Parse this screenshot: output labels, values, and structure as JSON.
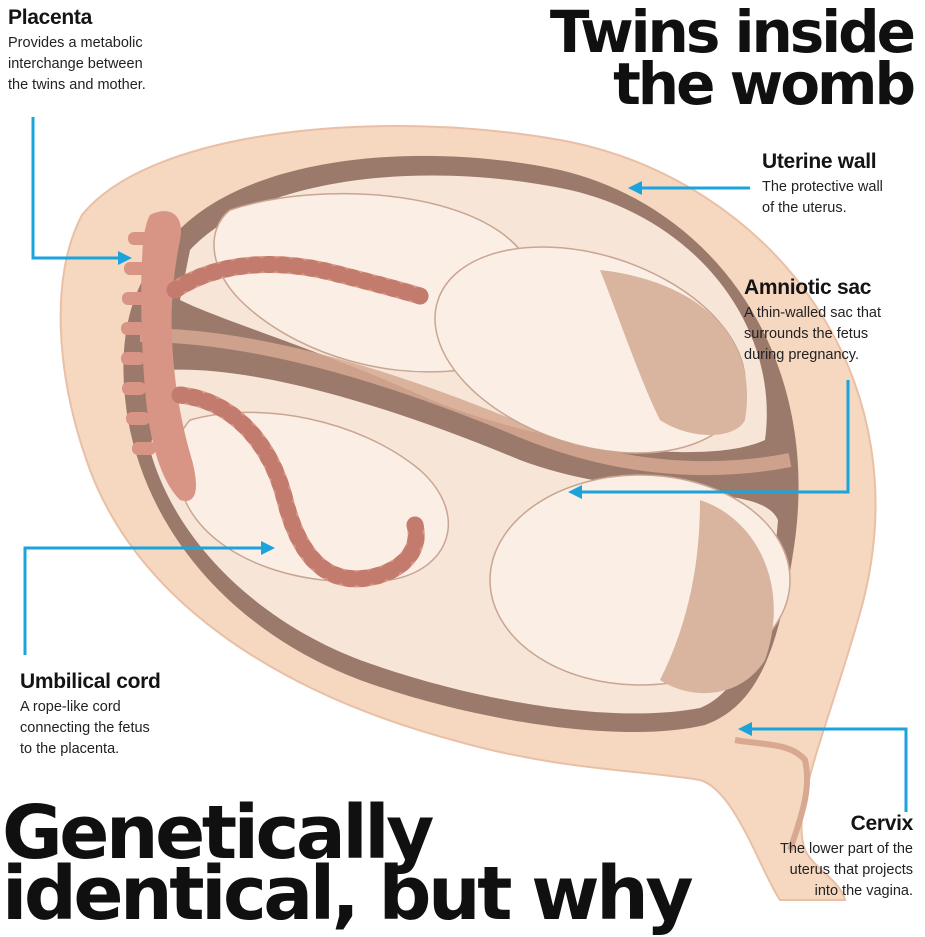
{
  "title": "Twins inside\nthe womb",
  "headline": "Genetically\nidentical, but why",
  "colors": {
    "uterus_outer": "#f6d7c0",
    "uterus_inner": "#f3c9ad",
    "cavity": "#9c7a6b",
    "amniotic_fluid": "#f7e6d8",
    "placenta": "#d89585",
    "fetus_skin": "#fbeee4",
    "fetus_head": "#d9b59f",
    "outline": "#b88f7e",
    "pointer": "#1ba3dc"
  },
  "labels": {
    "placenta": {
      "title": "Placenta",
      "description": "Provides a metabolic\ninterchange between\nthe twins and mother."
    },
    "uterine_wall": {
      "title": "Uterine wall",
      "description": "The protective wall\nof the uterus."
    },
    "amniotic_sac": {
      "title": "Amniotic sac",
      "description": "A thin-walled sac that\nsurrounds the fetus\nduring pregnancy."
    },
    "umbilical_cord": {
      "title": "Umbilical cord",
      "description": "A rope-like cord\nconnecting the fetus\nto the placenta."
    },
    "cervix": {
      "title": "Cervix",
      "description": "The lower part of the\nuterus that projects\ninto the vagina."
    }
  }
}
